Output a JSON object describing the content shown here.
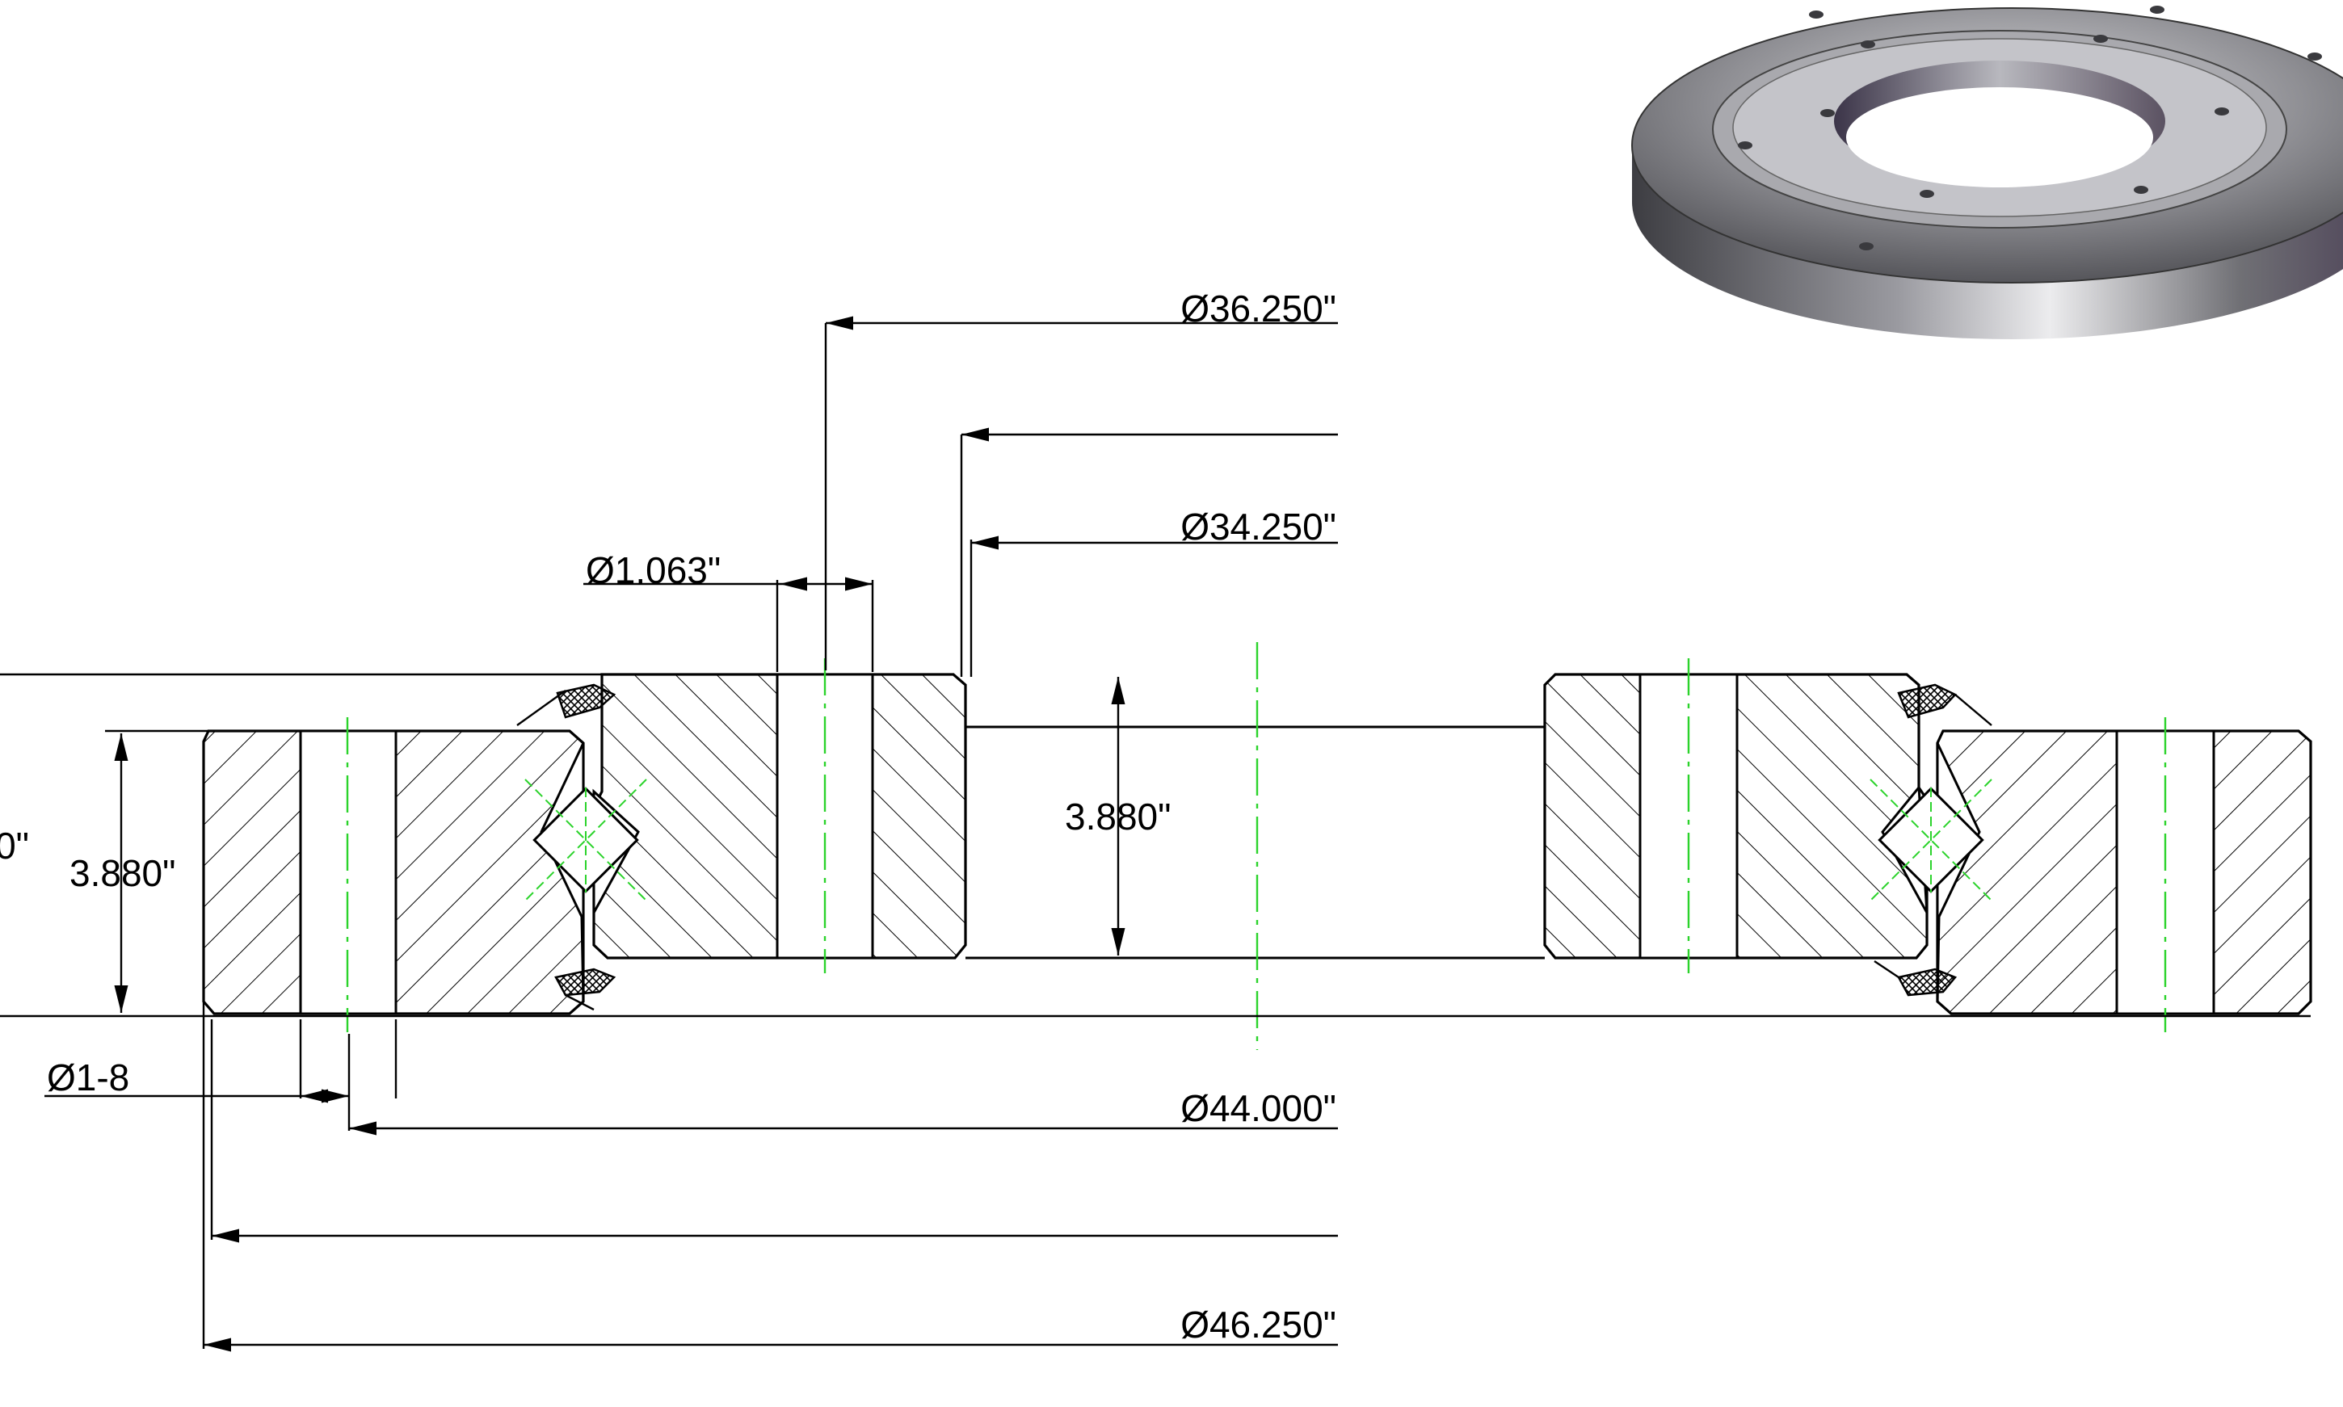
{
  "dimensions": {
    "d_36_250": "Ø36.250\"",
    "d_34_250": "Ø34.250\"",
    "d_1_063": "Ø1.063\"",
    "h_inner": "3.880\"",
    "h_outer": "3.880\"",
    "h_left_cut": "0\"",
    "holes": "Ø1-8",
    "d_44_000": "Ø44.000\"",
    "d_46_250": "Ø46.250\""
  },
  "render": {
    "title": "Crossed roller bearing section drawing",
    "centerline_color": "#2bd32b",
    "line_color": "#000000",
    "hatch_color": "#000000",
    "seal_color": "#333333",
    "render_body_color": "#5a5a5e"
  }
}
